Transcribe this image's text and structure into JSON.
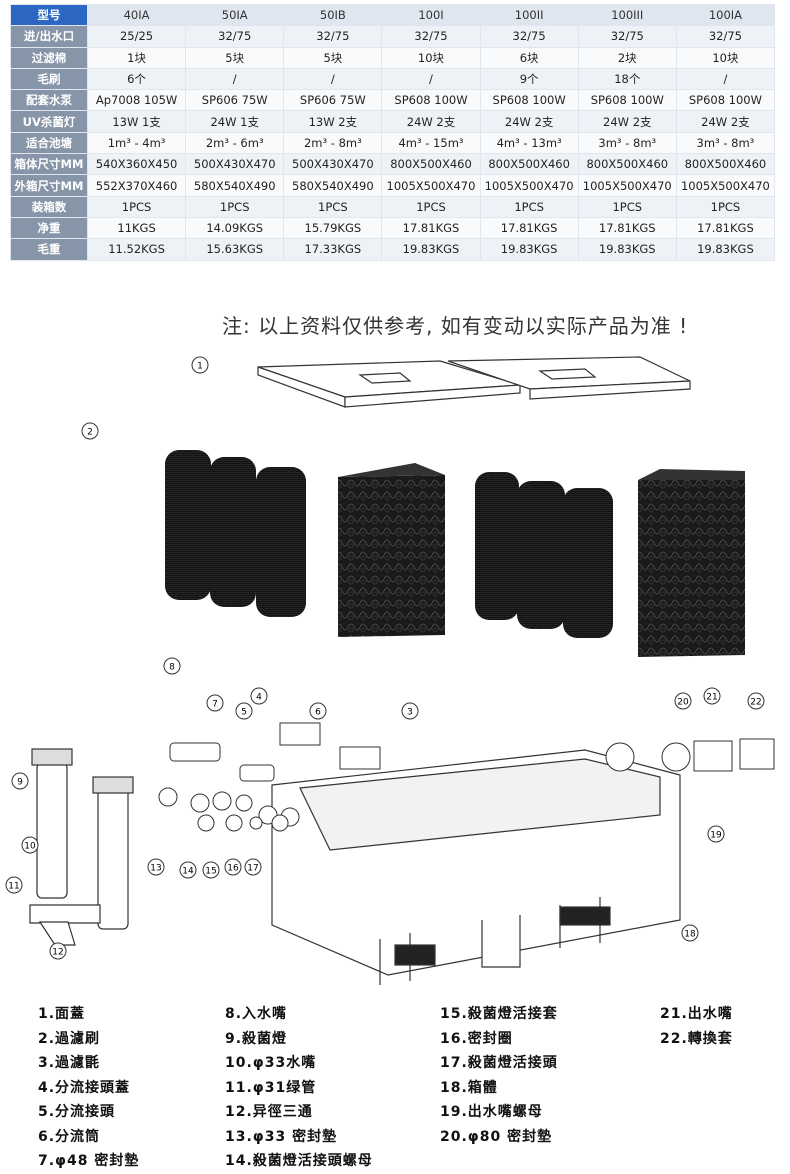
{
  "spec_table": {
    "rows": [
      {
        "label": "型号",
        "values": [
          "40IA",
          "50IA",
          "50IB",
          "100I",
          "100II",
          "100III",
          "100IA"
        ]
      },
      {
        "label": "进/出水口",
        "values": [
          "25/25",
          "32/75",
          "32/75",
          "32/75",
          "32/75",
          "32/75",
          "32/75"
        ]
      },
      {
        "label": "过滤棉",
        "values": [
          "1块",
          "5块",
          "5块",
          "10块",
          "6块",
          "2块",
          "10块"
        ]
      },
      {
        "label": "毛刷",
        "values": [
          "6个",
          "/",
          "/",
          "/",
          "9个",
          "18个",
          "/"
        ]
      },
      {
        "label": "配套水泵",
        "values": [
          "Ap7008 105W",
          "SP606 75W",
          "SP606 75W",
          "SP608 100W",
          "SP608 100W",
          "SP608 100W",
          "SP608 100W"
        ]
      },
      {
        "label": "UV杀菌灯",
        "values": [
          "13W 1支",
          "24W 1支",
          "13W 2支",
          "24W 2支",
          "24W 2支",
          "24W 2支",
          "24W 2支"
        ]
      },
      {
        "label": "适合池塘",
        "values": [
          "1m³ - 4m³",
          "2m³ - 6m³",
          "2m³ - 8m³",
          "4m³ - 15m³",
          "4m³ - 13m³",
          "3m³ - 8m³",
          "3m³ - 8m³"
        ]
      },
      {
        "label": "箱体尺寸MM",
        "values": [
          "540X360X450",
          "500X430X470",
          "500X430X470",
          "800X500X460",
          "800X500X460",
          "800X500X460",
          "800X500X460"
        ]
      },
      {
        "label": "外箱尺寸MM",
        "values": [
          "552X370X460",
          "580X540X490",
          "580X540X490",
          "1005X500X470",
          "1005X500X470",
          "1005X500X470",
          "1005X500X470"
        ]
      },
      {
        "label": "装箱数",
        "values": [
          "1PCS",
          "1PCS",
          "1PCS",
          "1PCS",
          "1PCS",
          "1PCS",
          "1PCS"
        ]
      },
      {
        "label": "净重",
        "values": [
          "11KGS",
          "14.09KGS",
          "15.79KGS",
          "17.81KGS",
          "17.81KGS",
          "17.81KGS",
          "17.81KGS"
        ]
      },
      {
        "label": "毛重",
        "values": [
          "11.52KGS",
          "15.63KGS",
          "17.33KGS",
          "19.83KGS",
          "19.83KGS",
          "19.83KGS",
          "19.83KGS"
        ]
      }
    ]
  },
  "note": "注:  以上资料仅供参考, 如有变动以实际产品为准 !",
  "callouts": [
    "1",
    "2",
    "3",
    "4",
    "5",
    "6",
    "7",
    "8",
    "9",
    "10",
    "11",
    "12",
    "13",
    "14",
    "15",
    "16",
    "17",
    "18",
    "19",
    "20",
    "21",
    "22"
  ],
  "legend": {
    "col1": [
      "1.面蓋",
      "2.過濾刷",
      "3.過濾毷",
      "4.分流接頭蓋",
      "5.分流接頭",
      "6.分流筒",
      "7.φ48 密封墊"
    ],
    "col2": [
      "8.入水嘴",
      "9.殺菌燈",
      "10.φ33水嘴",
      "11.φ31绿管",
      "12.异徑三通",
      "13.φ33 密封墊",
      "14.殺菌燈活接頭螺母"
    ],
    "col3": [
      "15.殺菌燈活接套",
      "16.密封圈",
      "17.殺菌燈活接頭",
      "18.箱體",
      "19.出水嘴螺母",
      "20.φ80 密封墊"
    ],
    "col4": [
      "21.出水嘴",
      "22.轉換套"
    ]
  }
}
